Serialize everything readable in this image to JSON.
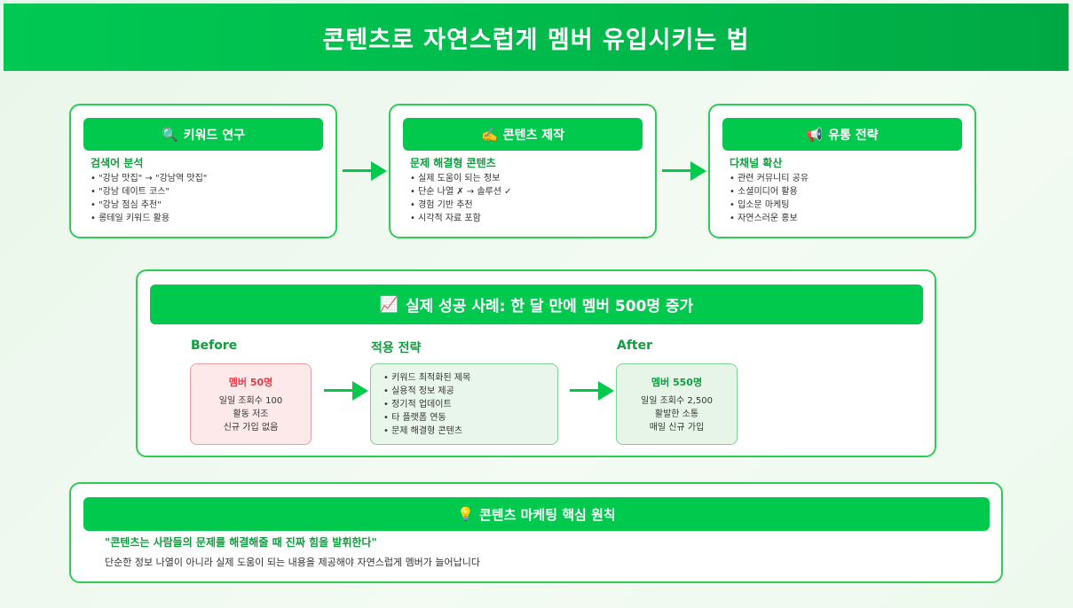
{
  "title": "콘텐츠로 자연스럽게 멤버 유입시키는 법",
  "steps": [
    {
      "icon": "🔍",
      "icon_name": "magnifier-icon",
      "title": "키워드 연구",
      "subtitle": "검색어 분석",
      "items": [
        "\"강남 맛집\" → \"강남역 맛집\"",
        "\"강남 데이트 코스\"",
        "\"강남 점심 추천\"",
        "롱테일 키워드 활용"
      ]
    },
    {
      "icon": "✍️",
      "icon_name": "writing-hand-icon",
      "title": "콘텐츠 제작",
      "subtitle": "문제 해결형 콘텐츠",
      "items": [
        "실제 도움이 되는 정보",
        "단순 나열 ✗ → 솔루션 ✓",
        "경험 기반 추천",
        "시각적 자료 포함"
      ]
    },
    {
      "icon": "📢",
      "icon_name": "megaphone-icon",
      "title": "유통 전략",
      "subtitle": "다채널 확산",
      "items": [
        "관련 커뮤니티 공유",
        "소셜미디어 활용",
        "입소문 마케팅",
        "자연스러운 홍보"
      ]
    }
  ],
  "case": {
    "icon": "📈",
    "icon_name": "chart-up-icon",
    "title": "실제 성공 사례: 한 달 만에 멤버 500명 증가",
    "before": {
      "label": "Before",
      "headline": "멤버 50명",
      "lines": [
        "일일 조회수 100",
        "활동 저조",
        "신규 가입 없음"
      ]
    },
    "strategy": {
      "label": "적용 전략",
      "items": [
        "키워드 최적화된 제목",
        "실용적 정보 제공",
        "정기적 업데이트",
        "타 플랫폼 연동",
        "문제 해결형 콘텐츠"
      ]
    },
    "after": {
      "label": "After",
      "headline": "멤버 550명",
      "lines": [
        "일일 조회수 2,500",
        "활발한 소통",
        "매일 신규 가입"
      ]
    }
  },
  "principle": {
    "icon": "💡",
    "icon_name": "lightbulb-icon",
    "title": "콘텐츠 마케팅 핵심 원칙",
    "quote": "\"콘텐츠는 사람들의 문제를 해결해줄 때 진짜 힘을 발휘한다\"",
    "description": "단순한 정보 나열이 아니라 실제 도움이 되는 내용을 제공해야 자연스럽게 멤버가 늘어납니다"
  },
  "colors": {
    "accent": "#00c94e",
    "accent_text": "#0f9d3e",
    "before_bg": "#fde8ea",
    "before_text": "#e53945",
    "after_bg": "#e6f5e8"
  }
}
